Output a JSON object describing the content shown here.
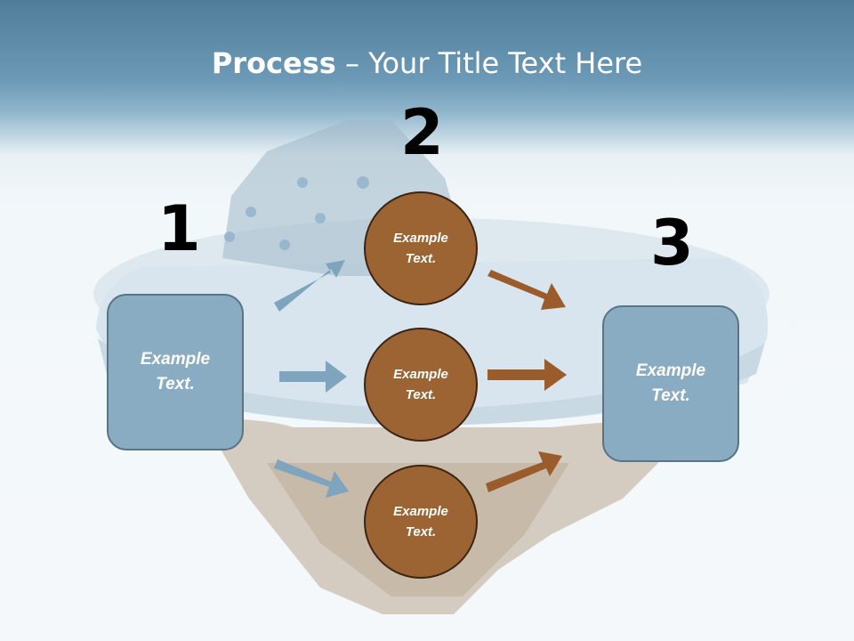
{
  "title": {
    "bold": "Process",
    "rest": " – Your Title Text Here"
  },
  "steps": {
    "one": "1",
    "two": "2",
    "three": "3"
  },
  "input_box": {
    "line1": "Example",
    "line2": "Text."
  },
  "output_box": {
    "line1": "Example",
    "line2": "Text."
  },
  "circles": [
    {
      "line1": "Example",
      "line2": "Text."
    },
    {
      "line1": "Example",
      "line2": "Text."
    },
    {
      "line1": "Example",
      "line2": "Text."
    }
  ],
  "colors": {
    "blue_arrow": "#7ea5bd",
    "brown_arrow": "#9a5c2a",
    "box_fill": "#8aacc2",
    "circle_fill": "#9c6433"
  }
}
